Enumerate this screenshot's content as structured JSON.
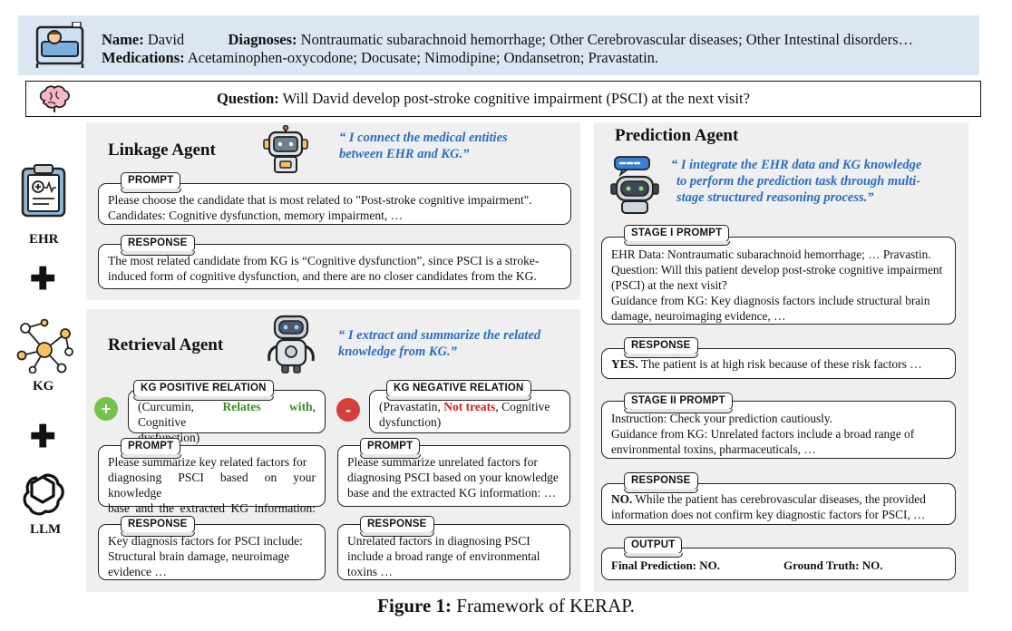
{
  "patient": {
    "name_label": "Name:",
    "name_value": "David",
    "diagnoses_label": "Diagnoses:",
    "diagnoses_value": "Nontraumatic subarachnoid hemorrhage; Other Cerebrovascular diseases; Other Intestinal disorders…",
    "medications_label": "Medications:",
    "medications_value": "Acetaminophen-oxycodone;  Docusate; Nimodipine; Ondansetron; Pravastatin."
  },
  "question": {
    "label": "Question:",
    "text": "Will David develop post-stroke cognitive impairment (PSCI) at the next visit?"
  },
  "sidebar": {
    "ehr_label": "EHR",
    "kg_label": "KG",
    "llm_label": "LLM",
    "plus": "✚"
  },
  "linkage": {
    "title": "Linkage Agent",
    "quote_line1": "“ I connect the medical entities",
    "quote_line2": "between EHR and KG.”",
    "prompt_tag": "PROMPT",
    "prompt_line1": "Please choose the candidate that is most related to \"Post-stroke cognitive impairment\".",
    "prompt_line2": "Candidates: Cognitive dysfunction, memory impairment, …",
    "response_tag": "RESPONSE",
    "response_line1": "The most related candidate from KG is “Cognitive dysfunction”, since PSCI is a stroke-",
    "response_line2": "induced form of cognitive dysfunction, and there are no closer candidates from the KG."
  },
  "retrieval": {
    "title": "Retrieval Agent",
    "quote_line1": "“ I extract and summarize the related",
    "quote_line2": "knowledge from KG.”",
    "positive": {
      "symbol": "+",
      "tag": "KG POSITIVE RELATION",
      "head": "(Curcumin, ",
      "relation": "Relates with",
      "tail": ", Cognitive",
      "line2": "dysfunction)",
      "prompt_tag": "PROMPT",
      "prompt_line1": "Please summarize key related factors for",
      "prompt_line2": "diagnosing PSCI based on your knowledge",
      "prompt_line3": "base and the extracted KG information: …",
      "response_tag": "RESPONSE",
      "response_line1": "Key diagnosis factors for PSCI include:",
      "response_line2": "Structural brain damage, neuroimage",
      "response_line3": "evidence …"
    },
    "negative": {
      "symbol": "-",
      "tag": "KG NEGATIVE RELATION",
      "head": "(Pravastatin, ",
      "relation": "Not treats",
      "tail": ", Cognitive",
      "line2": "dysfunction)",
      "prompt_tag": "PROMPT",
      "prompt_line1": "Please summarize unrelated factors for",
      "prompt_line2": "diagnosing PSCI based on your knowledge",
      "prompt_line3": "base and the extracted KG information: …",
      "response_tag": "RESPONSE",
      "response_line1": "Unrelated factors in diagnosing PSCI",
      "response_line2": "include a broad range of environmental",
      "response_line3": "toxins …"
    }
  },
  "prediction": {
    "title": "Prediction Agent",
    "quote_line1": "“ I integrate the EHR data and KG knowledge",
    "quote_line2": "to perform the prediction task through multi-",
    "quote_line3": "stage structured reasoning process.”",
    "stage1_tag": "STAGE I PROMPT",
    "stage1_line1": "EHR Data: Nontraumatic subarachnoid hemorrhage; … Pravastin.",
    "stage1_line2": "Question: Will this patient develop post-stroke cognitive impairment",
    "stage1_line3": "(PSCI) at the next visit?",
    "stage1_line4": "Guidance from KG: Key diagnosis factors include structural brain",
    "stage1_line5": "damage, neuroimaging evidence, …",
    "response1_tag": "RESPONSE",
    "response1_bold": "YES.",
    "response1_text": " The patient is at high risk because of these risk factors …",
    "stage2_tag": "STAGE II PROMPT",
    "stage2_line1": "Instruction: Check your prediction cautiously.",
    "stage2_line2": "Guidance from KG: Unrelated factors include a broad range of",
    "stage2_line3": "environmental toxins, pharmaceuticals, …",
    "response2_tag": "RESPONSE",
    "response2_bold": "NO.",
    "response2_line1": " While the patient has cerebrovascular diseases, the provided",
    "response2_line2": "information does not confirm key diagnostic factors for PSCI, …",
    "output_tag": "OUTPUT",
    "final_prediction": "Final Prediction: NO.",
    "ground_truth": "Ground Truth: NO."
  },
  "caption": {
    "label": "Figure 1:",
    "text": " Framework of KERAP."
  }
}
